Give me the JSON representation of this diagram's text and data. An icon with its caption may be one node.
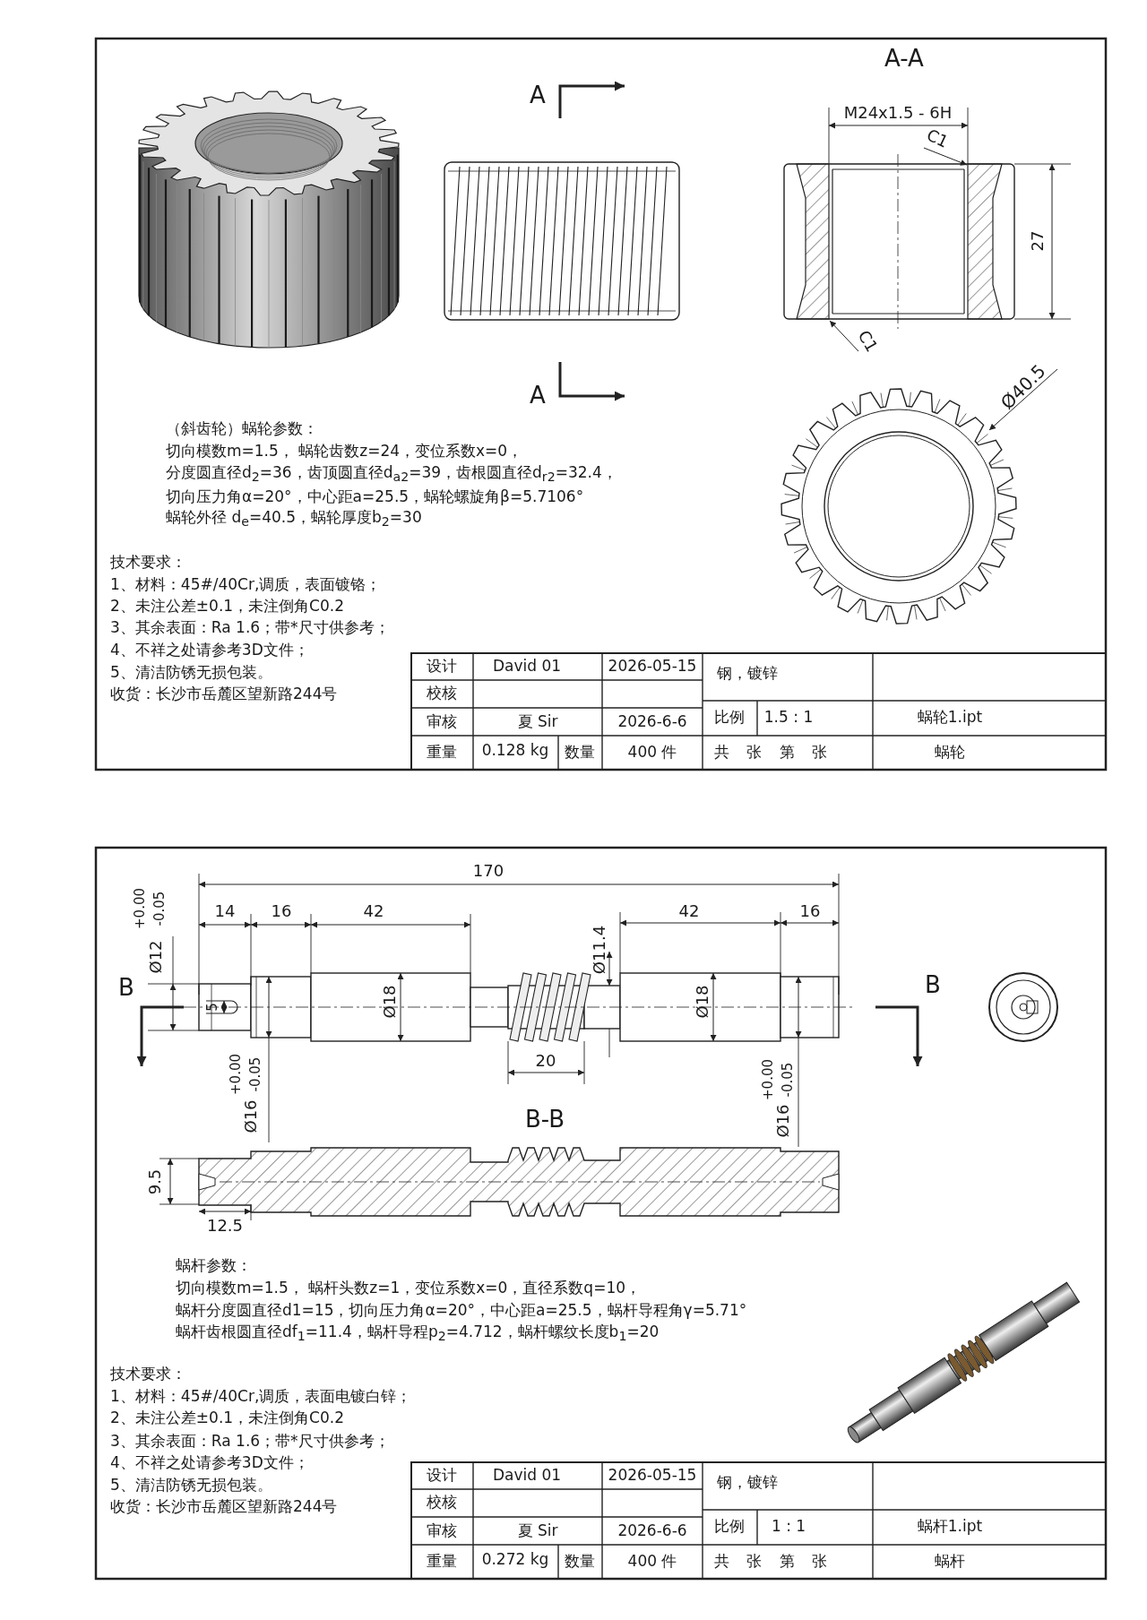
{
  "diagram": {
    "labels": [
      "A",
      "A",
      "A-A",
      "M24x1.5 - 6H",
      "27",
      "Ø40.5",
      "（斜齿轮）蜗轮参数：",
      "切向模数m=1.5， 蜗轮齿数z=24，变位系数x=0，",
      "分度圆直径d$_{2}$=36，齿顶圆直径d$_{a2}$=39，齿根圆直径d$_{r2}$=32.4，",
      "切向压力角α=20°，中心距a=25.5，蜗轮螺旋角β=5.7106°",
      "蜗轮外径 d$_{e}$=40.5，蜗轮厚度b$_{2}$=30",
      "技术要求：",
      "1、材料：45#/40Cr,调质，表面镀铬；",
      "2、未注公差±0.1，未注倒角C0.2",
      "3、其余表面：Ra 1.6；带*尺寸供参考；",
      "4、不祥之处请参考3D文件；",
      "5、清洁防锈无损包装。",
      "收货：长沙市岳麓区望新路244号",
      "设计",
      "David 01",
      "2026-05-15",
      "钢，镀锌",
      "校核",
      "审核",
      "夏 Sir",
      "2026-6-6",
      "比例",
      "1.5 : 1",
      "蜗轮1.ipt",
      "重量",
      "0.128 kg",
      "数量",
      "400 件",
      "共 张 第 张",
      "蜗轮",
      "170",
      "14",
      "16",
      "42",
      "42",
      "16",
      "Ø12",
      "+0.00",
      "-0.05",
      "B",
      "B",
      "5",
      "Ø18",
      "Ø11.4",
      "Ø18",
      "20",
      "Ø16",
      "+0.00",
      "-0.05",
      "Ø16",
      "+0.00",
      "-0.05",
      "B-B",
      "9.5",
      "12.5",
      "蜗杆参数：",
      "切向模数m=1.5， 蜗杆头数z=1，变位系数x=0，直径系数q=10，",
      "蜗杆分度圆直径d1=15，切向压力角α=20°，中心距a=25.5，蜗杆导程角γ=5.71°",
      "蜗杆齿根圆直径df$_{1}$=11.4，蜗杆导程p$_{2}$=4.712，蜗杆螺纹长度b$_{1}$=20",
      "技术要求：",
      "1、材料：45#/40Cr,调质，表面电镀白锌；",
      "2、未注公差±0.1，未注倒角C0.2",
      "3、其余表面：Ra 1.6；带*尺寸供参考；",
      "4、不祥之处请参考3D文件；",
      "5、清洁防锈无损包装。",
      "收货：长沙市岳麓区望新路244号",
      "设计",
      "David 01",
      "2026-05-15",
      "钢，镀锌",
      "校核",
      "审核",
      "夏 Sir",
      "2026-6-6",
      "比例",
      "1 : 1",
      "蜗杆1.ipt",
      "重量",
      "0.272 kg",
      "数量",
      "400 件",
      "共 张 第 张",
      "蜗杆"
    ],
    "nodes": [
      {
        "text": [
          "C1"
        ]
      },
      {
        "text": [
          "C1"
        ]
      }
    ],
    "edges": [
      {
        "from": 0,
        "to": null,
        "arrow": "to"
      },
      {
        "from": 1,
        "to": null,
        "arrow": "to"
      }
    ]
  }
}
